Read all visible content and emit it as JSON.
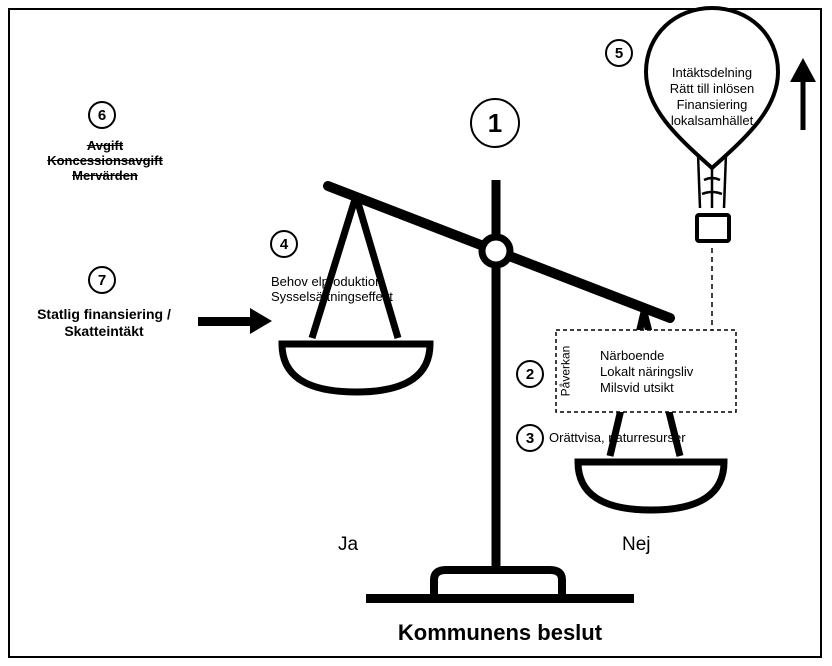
{
  "markers": {
    "m1": "1",
    "m2": "2",
    "m3": "3",
    "m4": "4",
    "m5": "5",
    "m6": "6",
    "m7": "7"
  },
  "item6": {
    "line1": "Avgift",
    "line2": "Koncessionsavgift",
    "line3": "Mervärden"
  },
  "item7": {
    "line1": "Statlig finansiering /",
    "line2": "Skatteintäkt"
  },
  "item4": {
    "line1": "Behov elproduktion",
    "line2": "Sysselsättningseffekt"
  },
  "item5": {
    "line1": "Intäktsdelning",
    "line2": "Rätt till inlösen",
    "line3": "Finansiering",
    "line4": "lokalsamhället"
  },
  "item2": {
    "side_label": "Påverkan",
    "line1": "Närboende",
    "line2": "Lokalt näringsliv",
    "line3": "Milsvid utsikt"
  },
  "item3": {
    "text": "Orättvisa, naturresurser"
  },
  "pans": {
    "left": "Ja",
    "right": "Nej"
  },
  "footer": {
    "title": "Kommunens beslut"
  }
}
